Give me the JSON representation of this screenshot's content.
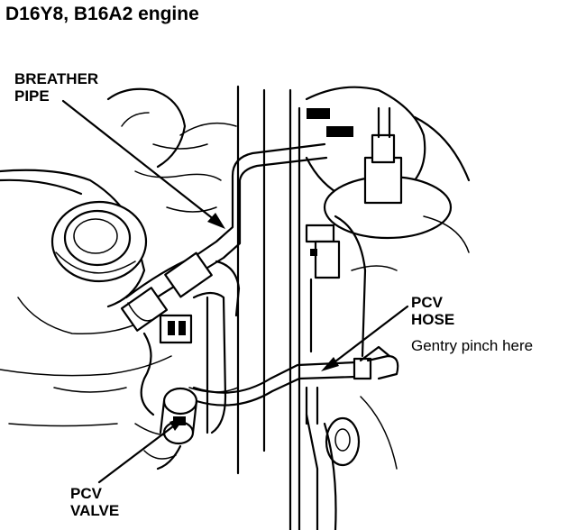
{
  "title": "D16Y8, B16A2 engine",
  "callouts": {
    "breather_pipe": {
      "line1": "BREATHER",
      "line2": "PIPE"
    },
    "pcv_hose": {
      "line1": "PCV",
      "line2": "HOSE",
      "note": "Gentry pinch here"
    },
    "pcv_valve": {
      "line1": "PCV",
      "line2": "VALVE"
    }
  },
  "colors": {
    "ink": "#000000",
    "paper": "#ffffff"
  }
}
